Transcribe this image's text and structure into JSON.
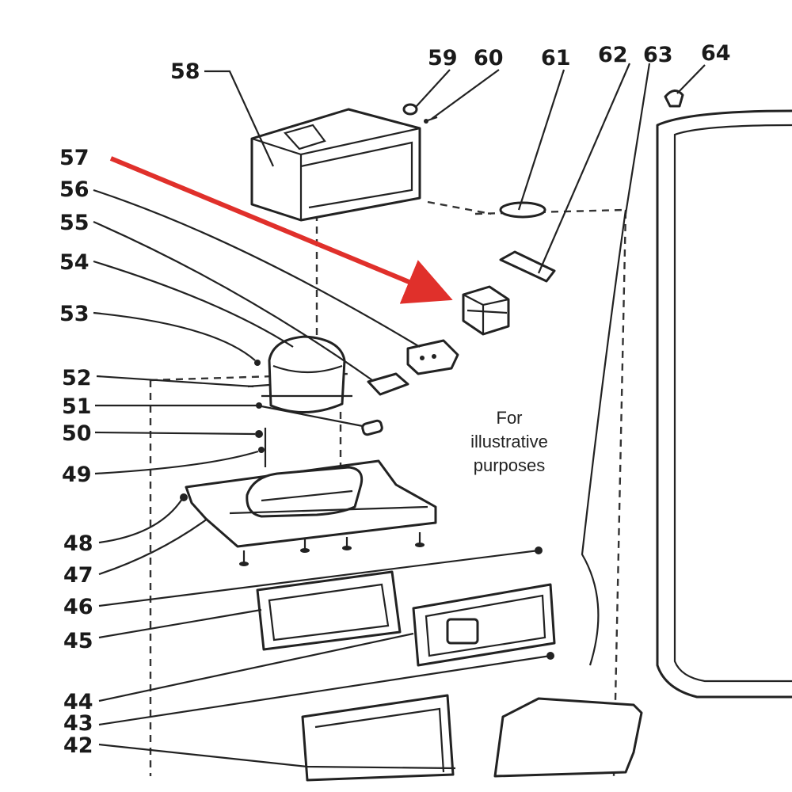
{
  "labels": {
    "p42": "42",
    "p43": "43",
    "p44": "44",
    "p45": "45",
    "p46": "46",
    "p47": "47",
    "p48": "48",
    "p49": "49",
    "p50": "50",
    "p51": "51",
    "p52": "52",
    "p53": "53",
    "p54": "54",
    "p55": "55",
    "p56": "56",
    "p57": "57",
    "p58": "58",
    "p59": "59",
    "p60": "60",
    "p61": "61",
    "p62": "62",
    "p63": "63",
    "p64": "64"
  },
  "note": {
    "line1": "For",
    "line2": "illustrative",
    "line3": "purposes"
  },
  "colors": {
    "highlight_arrow": "#e0302b",
    "ink": "#222222"
  }
}
